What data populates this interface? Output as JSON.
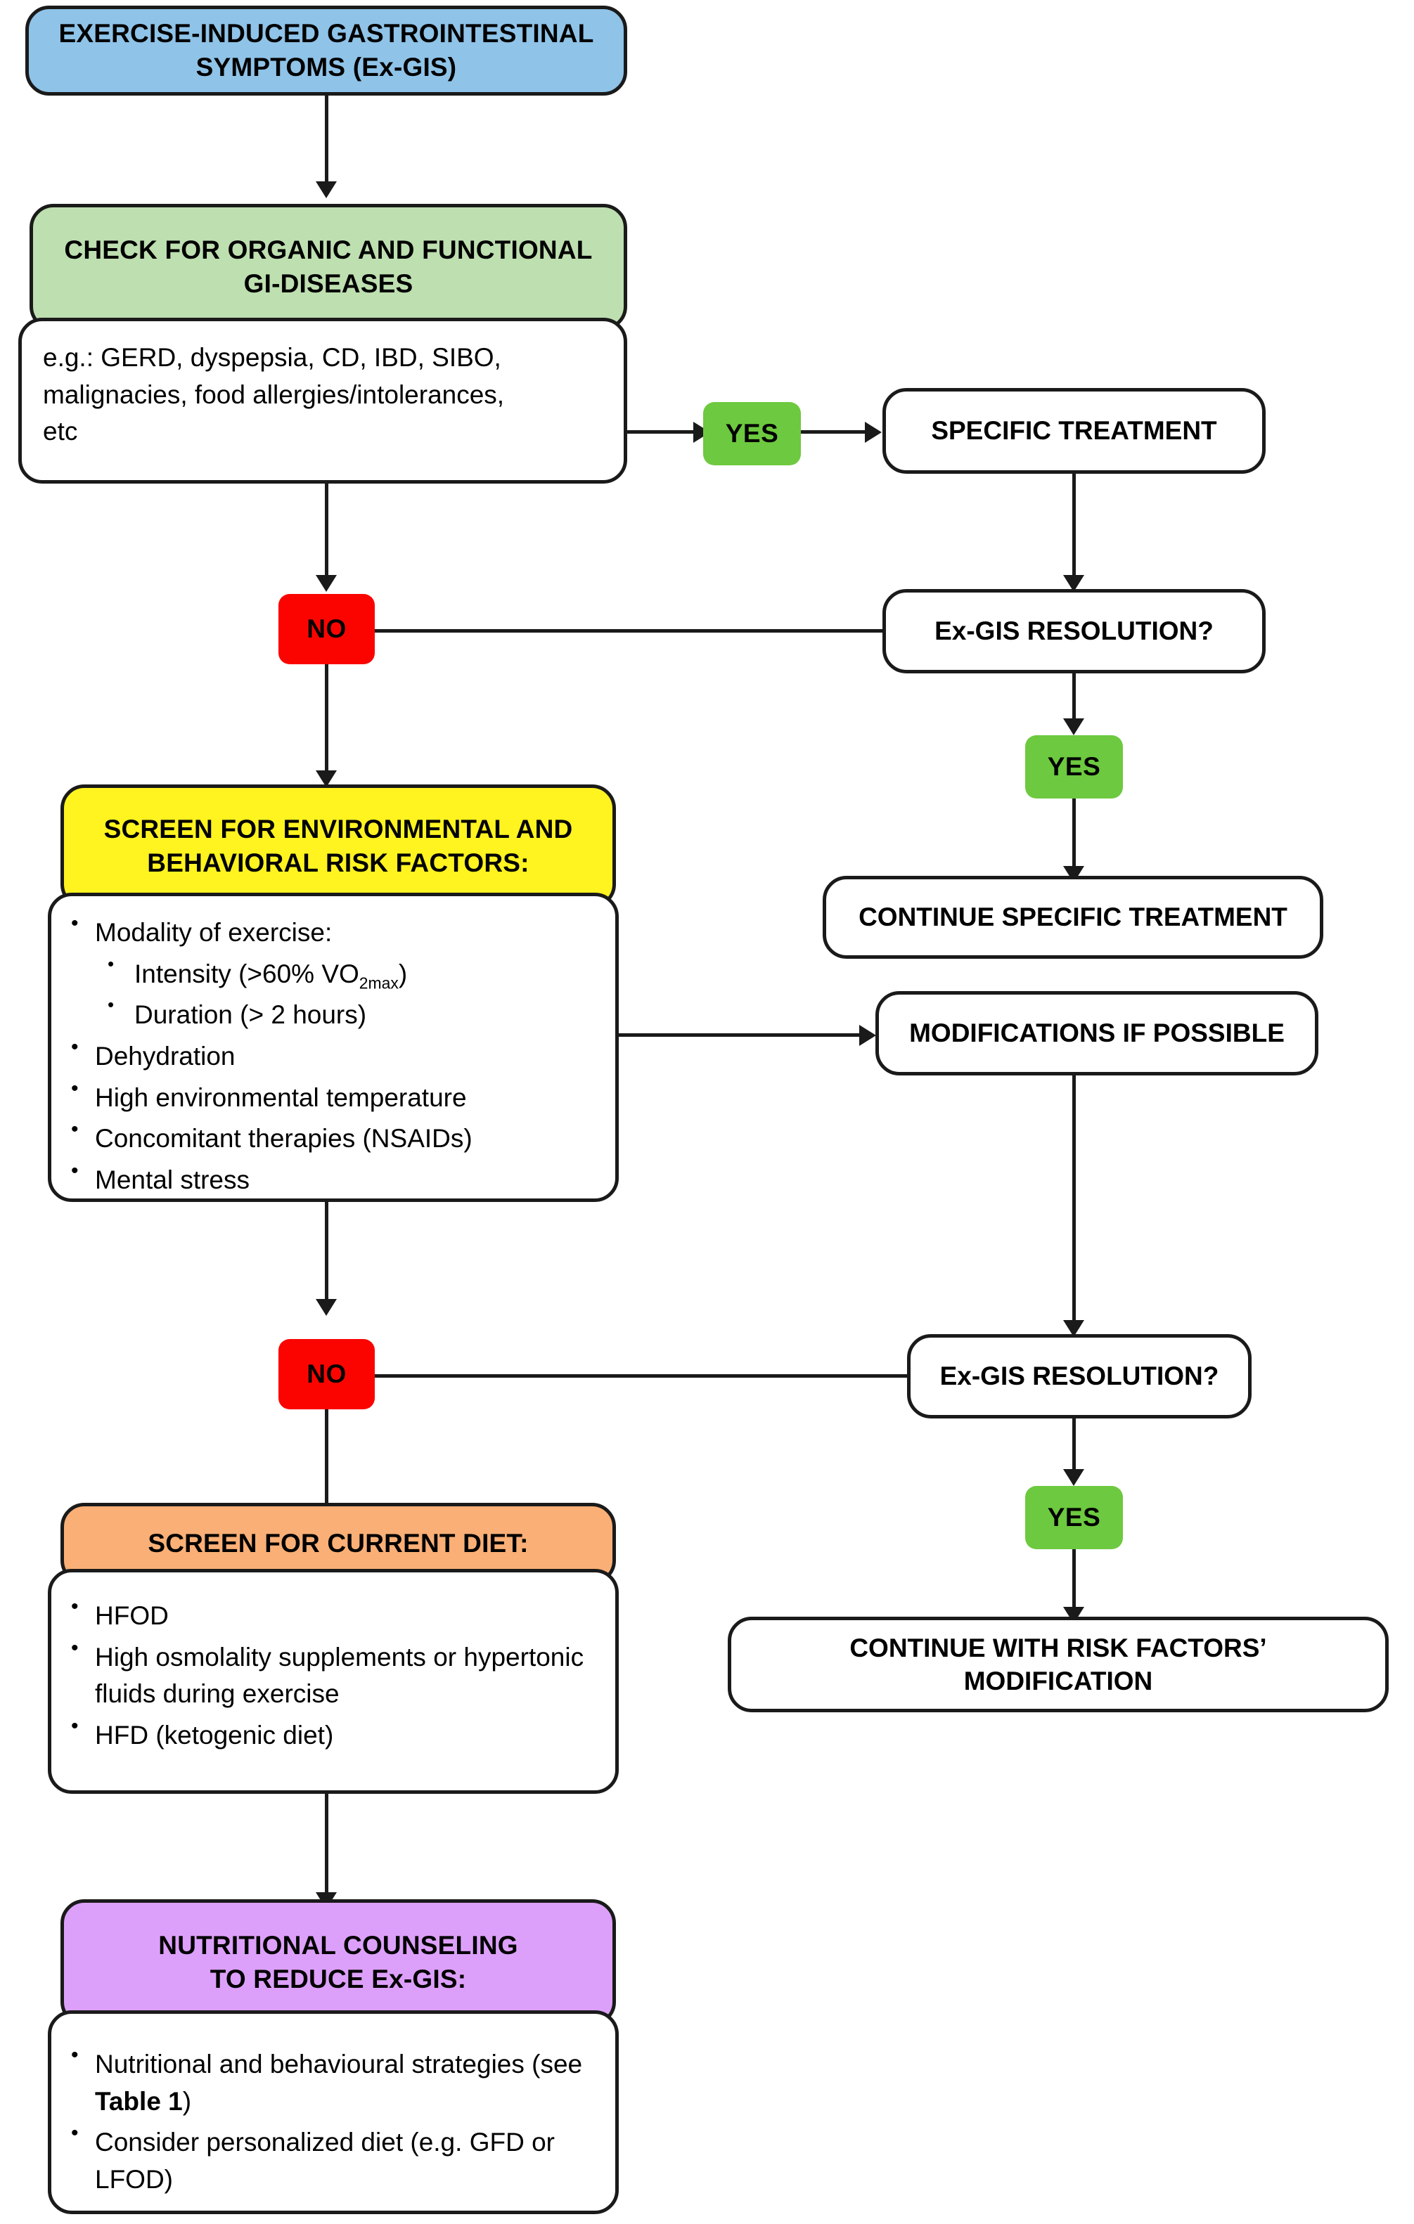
{
  "colors": {
    "blue": "#8FC3E8",
    "green": "#BEDFB0",
    "yellow": "#FFF320",
    "orange": "#F9AF76",
    "purple": "#DDA0FA",
    "yes_green": "#6DC93F",
    "no_red": "#FB0400",
    "stroke": "#1A1A1A"
  },
  "nodes": {
    "start": {
      "title_line1": "EXERCISE-INDUCED GASTROINTESTINAL",
      "title_line2": "SYMPTOMS (Ex-GIS)"
    },
    "check_diseases": {
      "title_line1": "CHECK FOR ORGANIC AND FUNCTIONAL",
      "title_line2": "GI-DISEASES",
      "body_line1": "e.g.: GERD, dyspepsia, CD, IBD, SIBO,",
      "body_line2": "malignacies, food allergies/intolerances,",
      "body_line3": "etc"
    },
    "specific_treatment": {
      "label": "SPECIFIC TREATMENT"
    },
    "resolution_1": {
      "label": "Ex-GIS RESOLUTION?"
    },
    "continue_specific_treatment": {
      "label": "CONTINUE SPECIFIC TREATMENT"
    },
    "screen_risk_factors": {
      "title_line1": "SCREEN FOR ENVIRONMENTAL AND",
      "title_line2": "BEHAVIORAL RISK FACTORS:",
      "items": [
        "Modality of exercise:",
        "Dehydration",
        "High environmental temperature",
        "Concomitant therapies (NSAIDs)",
        "Mental stress"
      ],
      "sub_items": [
        {
          "pre": "Intensity (>60% VO",
          "sub": "2max",
          "post": ")"
        },
        {
          "pre": "Duration (> 2 hours)",
          "sub": "",
          "post": ""
        }
      ]
    },
    "modifications": {
      "label": "MODIFICATIONS IF POSSIBLE"
    },
    "resolution_2": {
      "label": "Ex-GIS RESOLUTION?"
    },
    "continue_risk_mod": {
      "line1": "CONTINUE  WITH RISK FACTORS’",
      "line2": "MODIFICATION"
    },
    "screen_diet": {
      "title": "SCREEN FOR CURRENT DIET:",
      "items": [
        "HFOD",
        "High osmolality supplements or hypertonic fluids during exercise",
        "HFD (ketogenic diet)"
      ]
    },
    "nutritional_counseling": {
      "title_line1": "NUTRITIONAL COUNSELING",
      "title_line2": "TO REDUCE Ex-GIS:",
      "item1_pre": "Nutritional and behavioural strategies (see ",
      "item1_bold": "Table 1",
      "item1_post": ")",
      "item2": "Consider personalized diet (e.g. GFD or LFOD)"
    }
  },
  "badges": {
    "yes_1": "YES",
    "yes_2": "YES",
    "yes_3": "YES",
    "no_1": "NO",
    "no_2": "NO"
  }
}
